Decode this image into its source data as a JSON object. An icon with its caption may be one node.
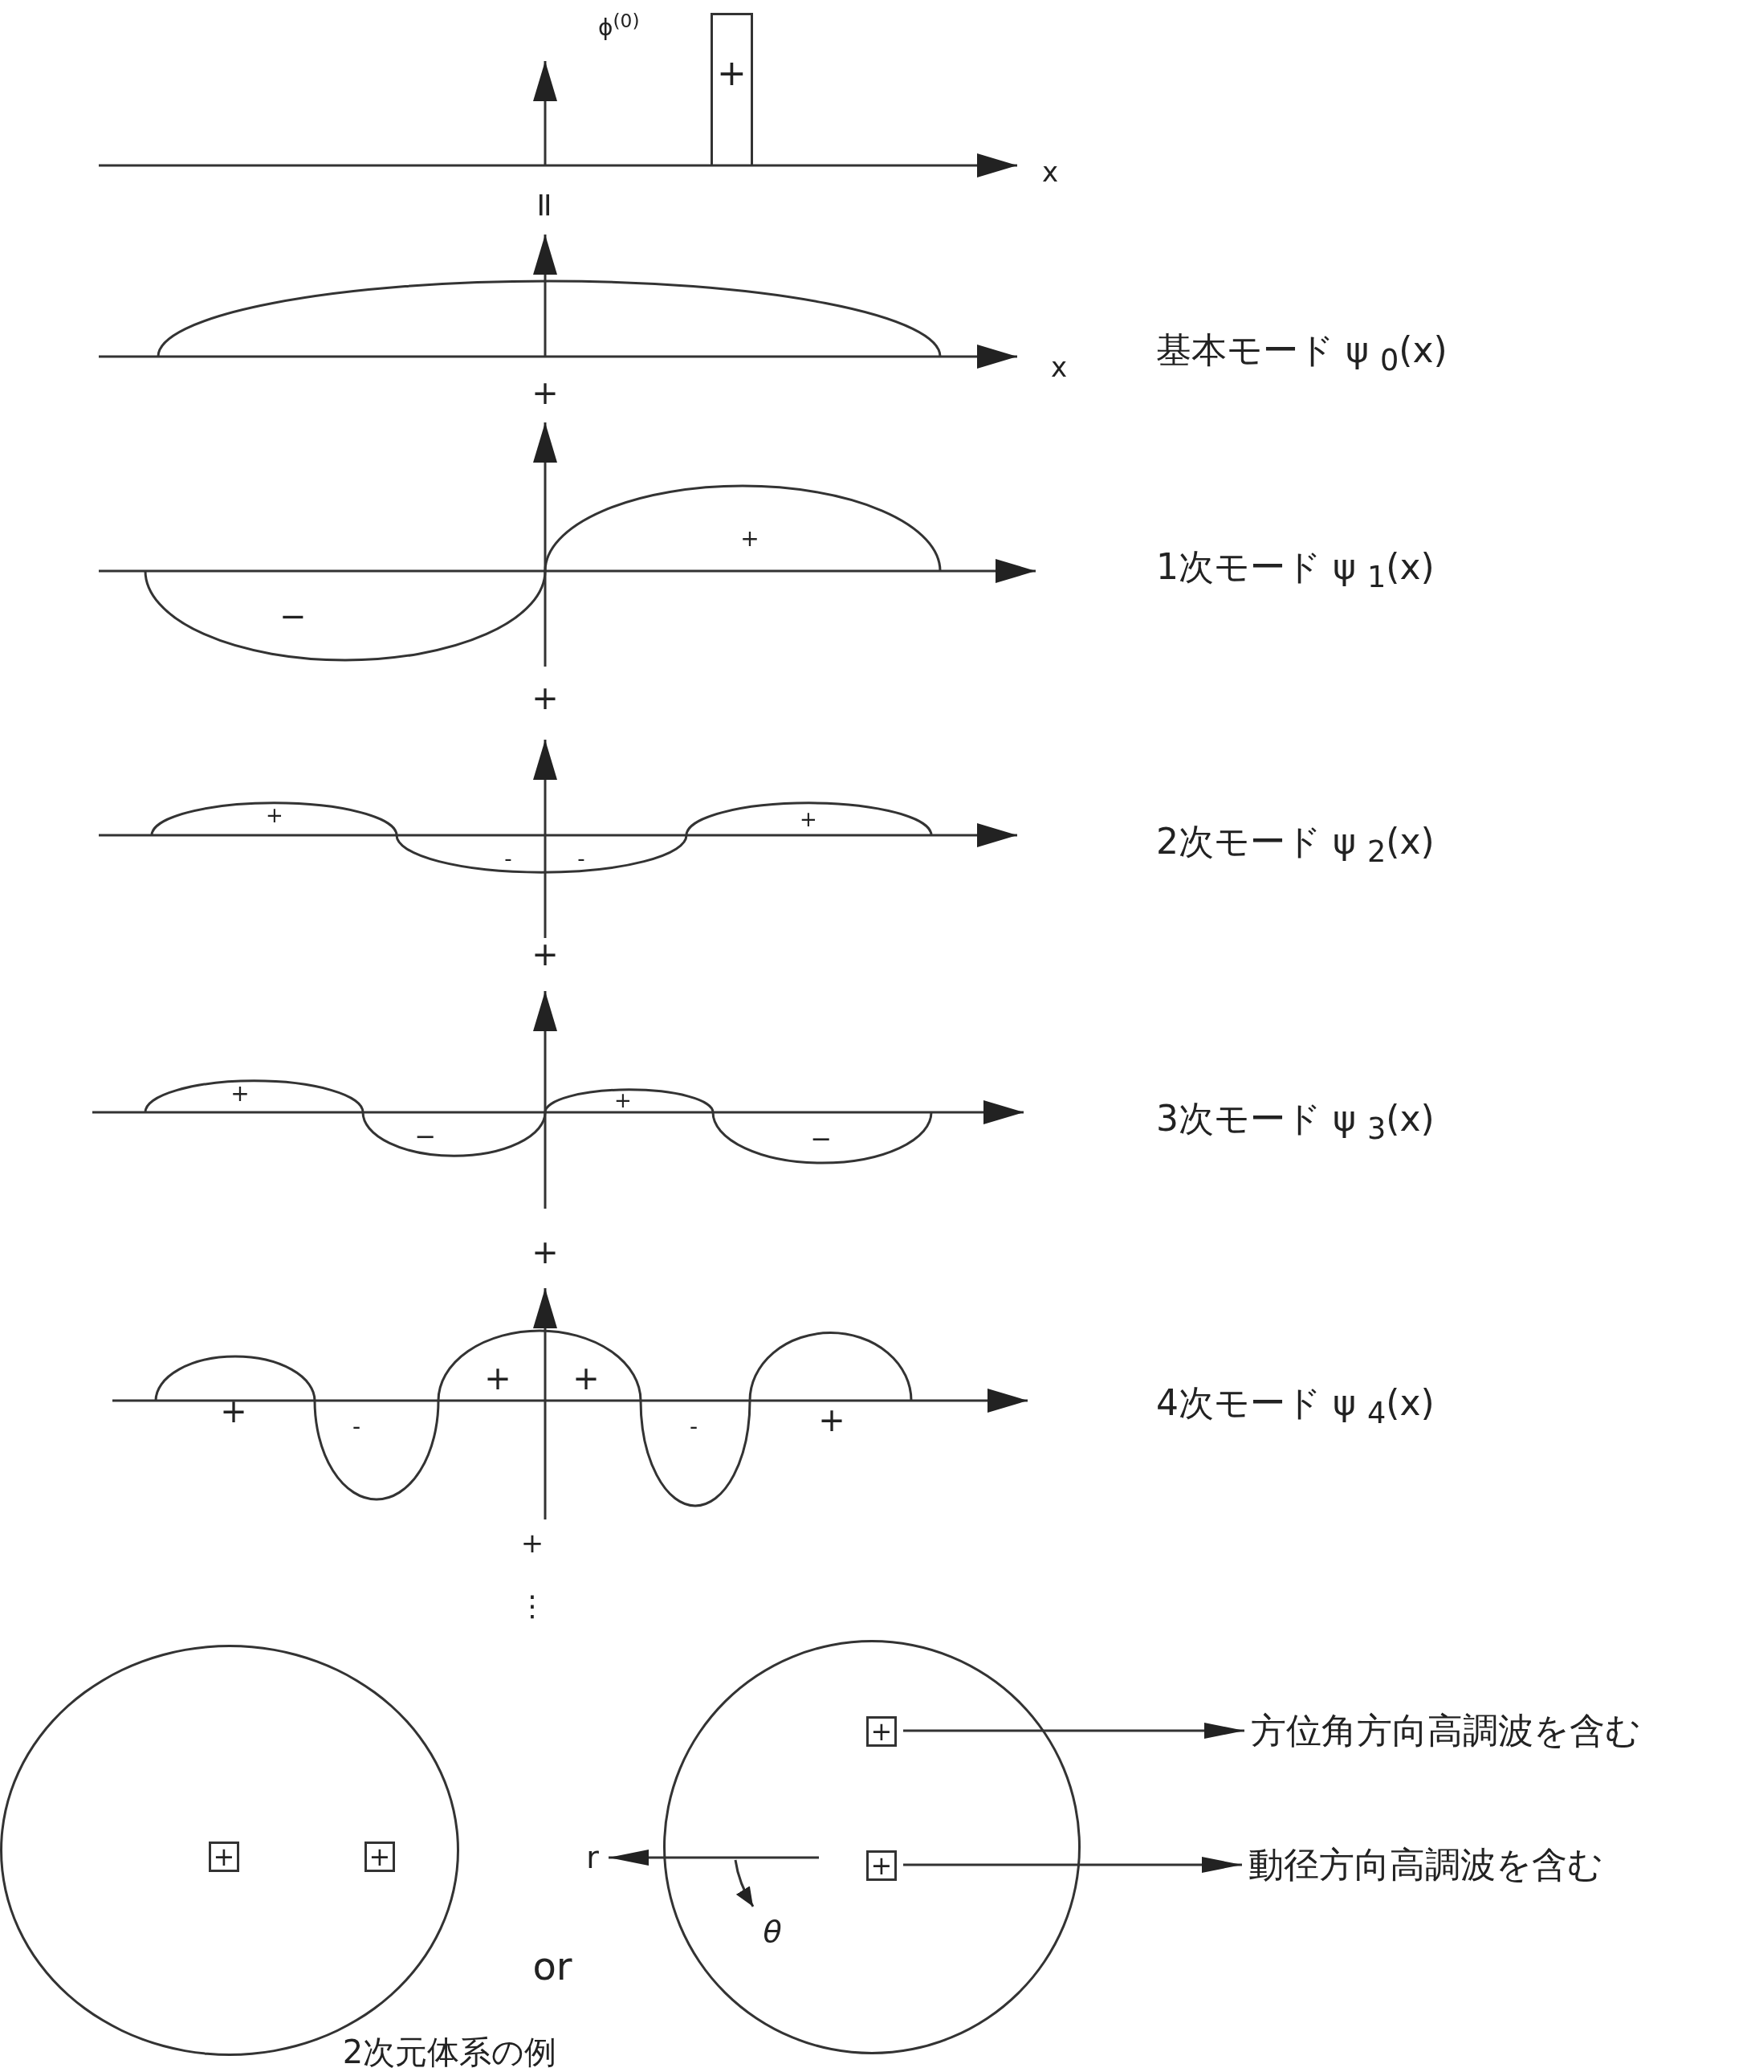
{
  "diagram": {
    "caption": "2次元体系の例",
    "nodes": [
      {
        "text": [
          "+"
        ]
      },
      {
        "text": [],
        "shape": "circle"
      },
      {
        "text": [
          "+"
        ],
        "in": 1
      },
      {
        "text": [
          "+"
        ],
        "in": 1
      },
      {
        "text": [],
        "shape": "circle"
      },
      {
        "text": [
          "+"
        ],
        "in": 4
      },
      {
        "text": [
          "+"
        ],
        "in": 4
      },
      {
        "text": [
          "方位角方向高調波を含む"
        ]
      },
      {
        "text": [
          "動径方向高調波を含む"
        ]
      }
    ],
    "edges": [
      {
        "from": 5,
        "to": 7,
        "arrow": "to"
      },
      {
        "from": 6,
        "to": 8,
        "arrow": "to"
      }
    ],
    "labels": [
      "ϕ$^{(0)}$",
      "x",
      "=",
      "x",
      "基本モード ψ $_{0}$(x)",
      "+",
      "+",
      "−",
      "1次モード ψ $_{1}$(x)",
      "+",
      "+",
      "-",
      "-",
      "+",
      "2次モード ψ $_{2}$(x)",
      "+",
      "+",
      "−",
      "+",
      "−",
      "3次モード ψ $_{3}$(x)",
      "+",
      "+",
      "-",
      "+",
      "+",
      "-",
      "+",
      "4次モード ψ $_{4}$(x)",
      "+",
      "⋮",
      "r",
      "θ",
      "or"
    ]
  }
}
